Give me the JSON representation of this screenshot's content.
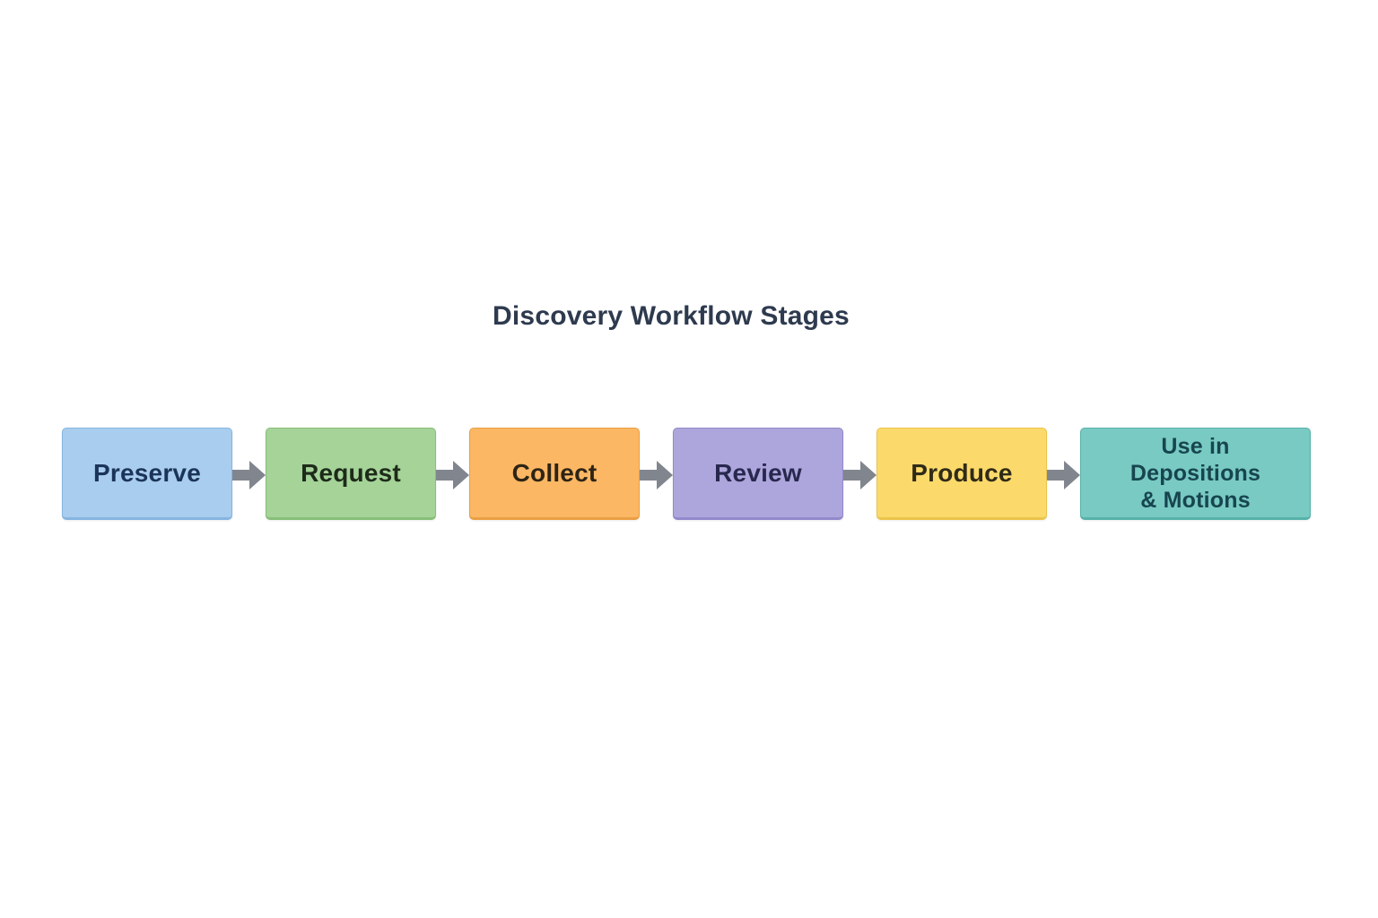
{
  "title": "Discovery Workflow Stages",
  "colors": {
    "background": "#ffffff",
    "title_text": "#2e3a4e",
    "arrow": "#81868e"
  },
  "stages": [
    {
      "label": "Preserve",
      "fill": "#a9cdee",
      "border": "#86b5e1",
      "text": "#1b3457"
    },
    {
      "label": "Request",
      "fill": "#a5d398",
      "border": "#88bf78",
      "text": "#1e2b1a"
    },
    {
      "label": "Collect",
      "fill": "#fbb763",
      "border": "#ea9f44",
      "text": "#2e2416"
    },
    {
      "label": "Review",
      "fill": "#ada6dc",
      "border": "#9189cb",
      "text": "#28284f"
    },
    {
      "label": "Produce",
      "fill": "#fbda6b",
      "border": "#ecc44b",
      "text": "#302b18"
    },
    {
      "label": [
        "Use in",
        "Depositions",
        "& Motions"
      ],
      "fill": "#78cac3",
      "border": "#57b2aa",
      "text": "#17454f"
    }
  ]
}
